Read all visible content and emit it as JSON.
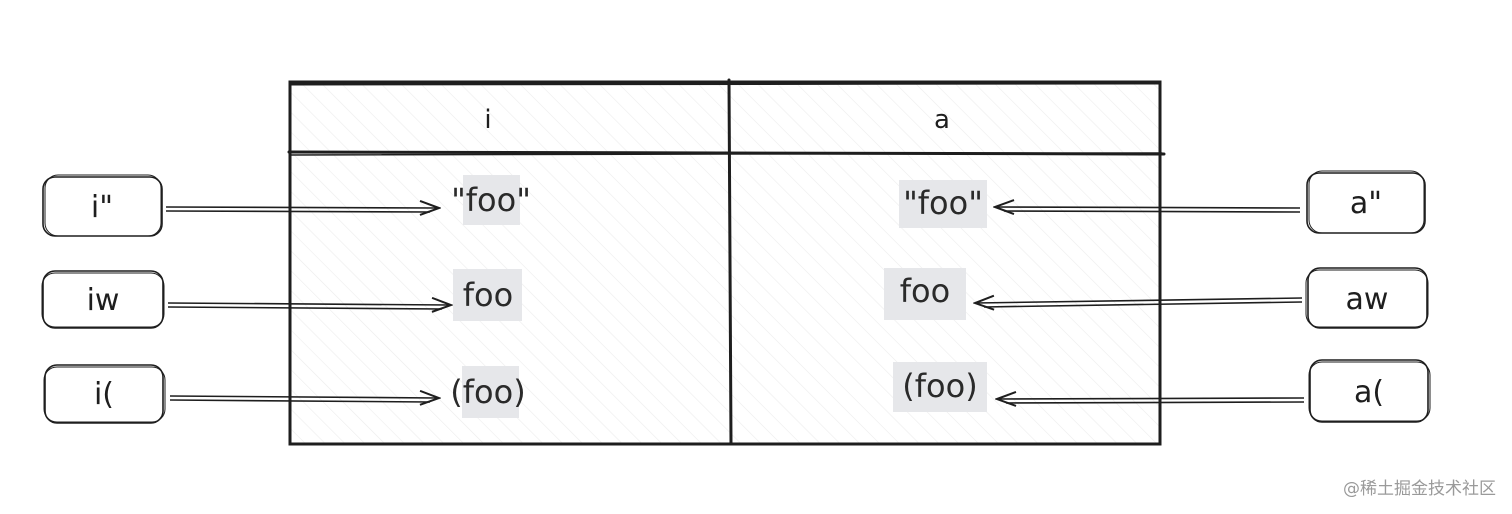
{
  "table": {
    "headers": [
      "i",
      "a"
    ],
    "inner_rows": [
      {
        "prefix": "\"",
        "word": "foo",
        "suffix": "\""
      },
      {
        "prefix": "",
        "word": "foo",
        "suffix": ""
      },
      {
        "prefix": "(",
        "word": "foo",
        "suffix": ")"
      }
    ],
    "around_rows": [
      "\"foo\"",
      "foo",
      "(foo)"
    ]
  },
  "left_commands": [
    "i\"",
    "iw",
    "i("
  ],
  "right_commands": [
    "a\"",
    "aw",
    "a("
  ],
  "colors": {
    "stroke": "#1e1e1e",
    "highlight": "#e6e7ea",
    "hatch": "#ececec"
  },
  "watermark": "@稀土掘金技术社区"
}
